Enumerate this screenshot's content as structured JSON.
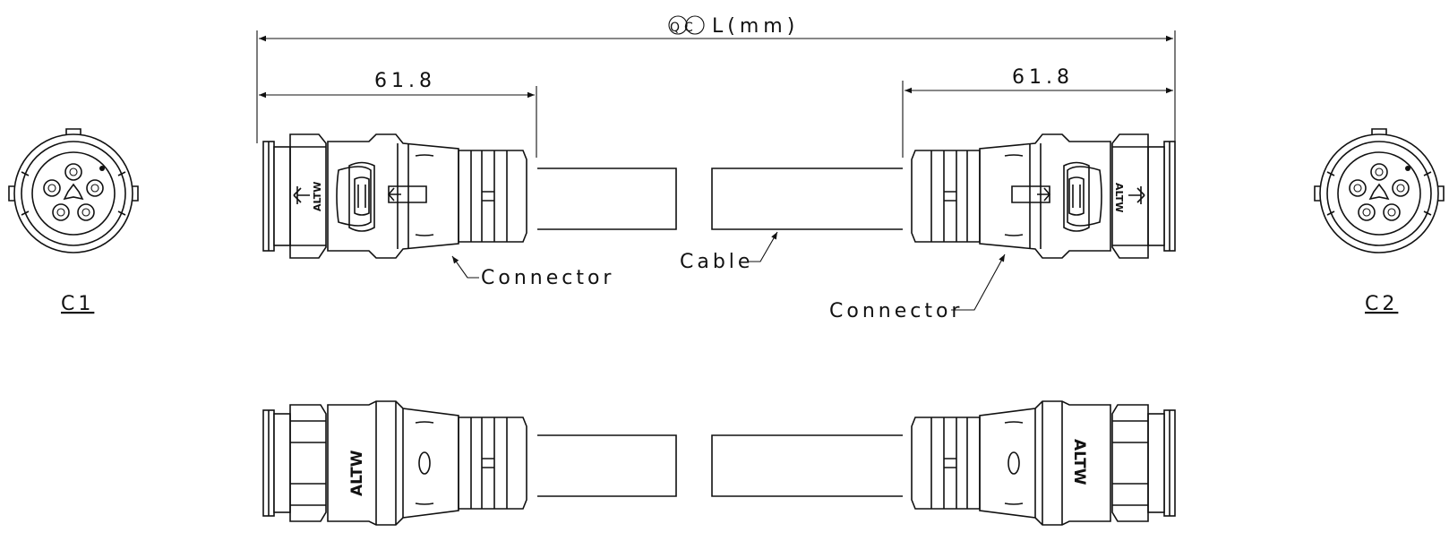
{
  "dimensions": {
    "overall_prefix": "QC",
    "overall_label": "L(mm)",
    "left_connector_length": "61.8",
    "right_connector_length": "61.8"
  },
  "callouts": {
    "left_connector": "Connector",
    "right_connector": "Connector",
    "cable": "Cable"
  },
  "views": {
    "c1_label": "C1",
    "c2_label": "C2"
  },
  "brand": "ALTW",
  "colors": {
    "line": "#111111",
    "background": "#ffffff"
  }
}
